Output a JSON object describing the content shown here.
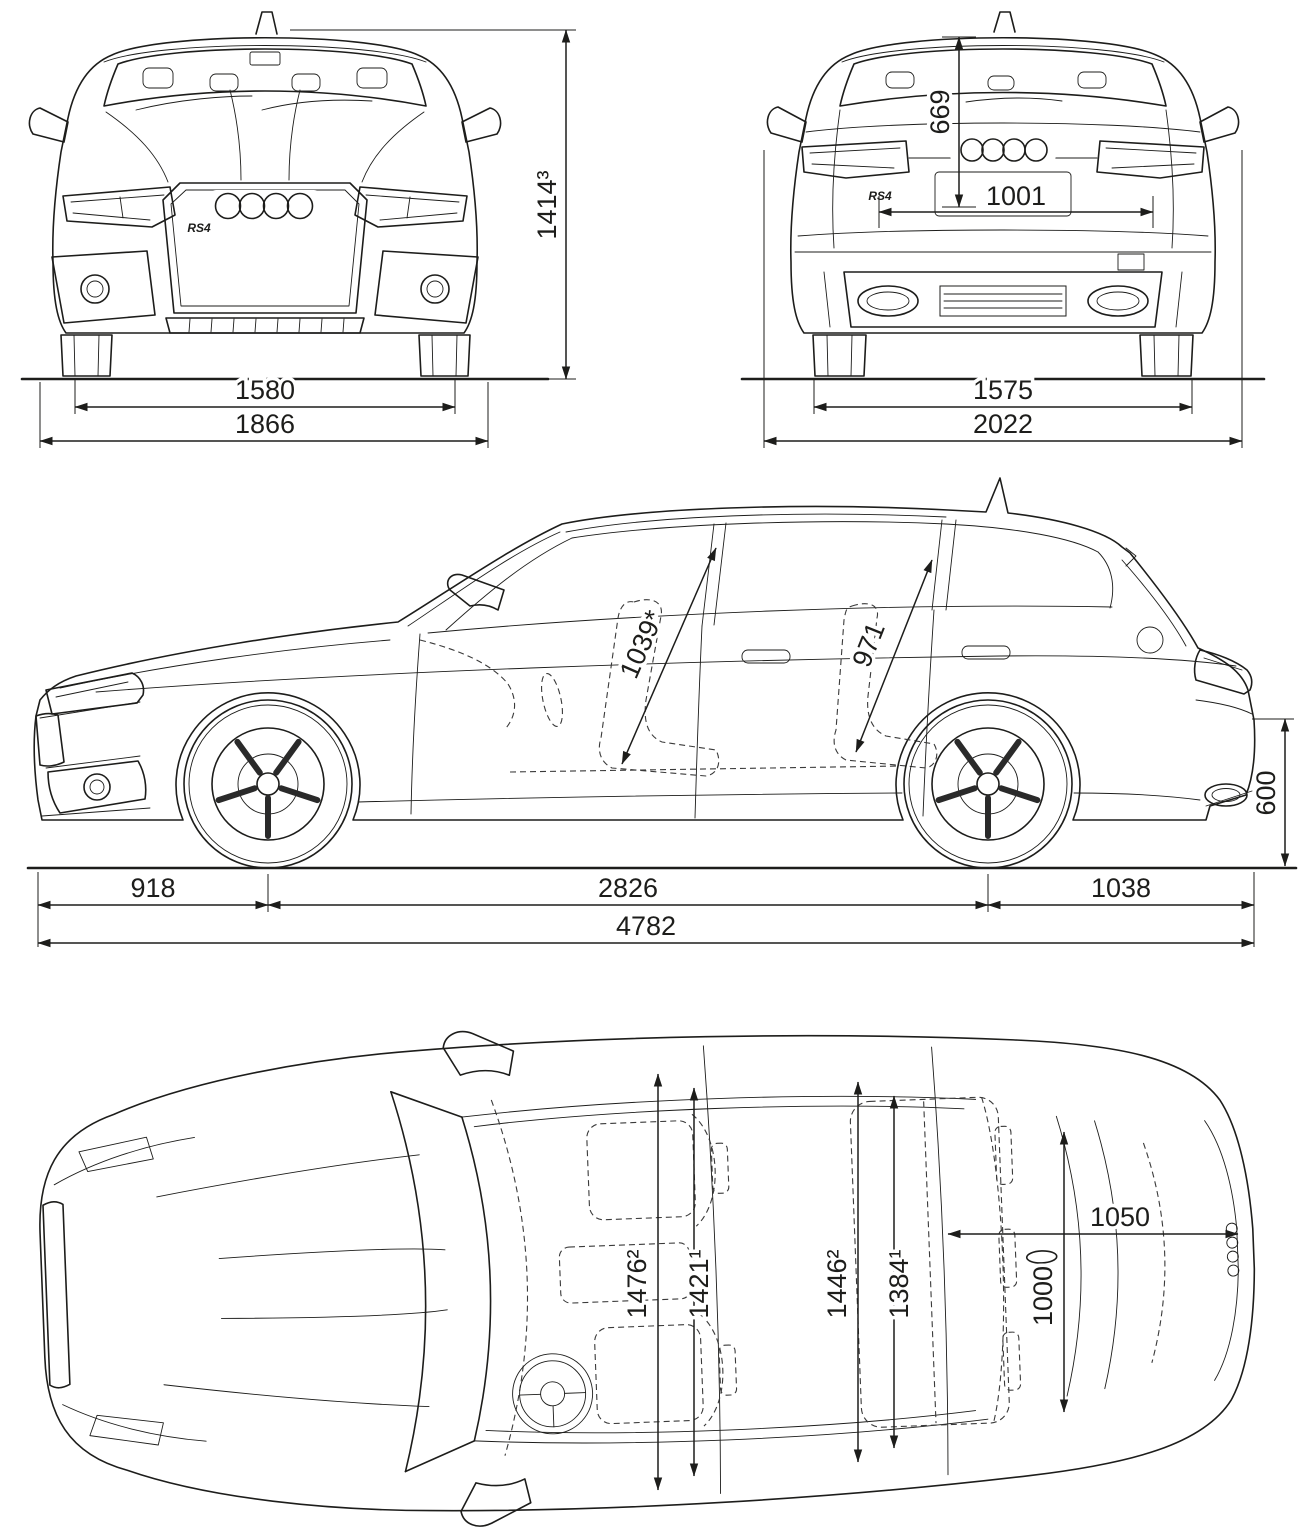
{
  "colors": {
    "line": "#1d1d1b",
    "background": "#ffffff",
    "dashed_interior": "#3a3a3a"
  },
  "badges": {
    "model": "RS4"
  },
  "dimensions": {
    "front_height": {
      "label": "1414³"
    },
    "front_track": {
      "label": "1580"
    },
    "front_overall_width": {
      "label": "1866"
    },
    "rear_opening_height": {
      "label": "669"
    },
    "rear_opening_width": {
      "label": "1001"
    },
    "rear_track": {
      "label": "1575"
    },
    "rear_overall_width": {
      "label": "2022"
    },
    "front_door_opening": {
      "label": "1039*"
    },
    "rear_door_opening": {
      "label": "971"
    },
    "rear_sill_height": {
      "label": "600"
    },
    "front_overhang": {
      "label": "918"
    },
    "wheelbase": {
      "label": "2826"
    },
    "rear_overhang": {
      "label": "1038"
    },
    "overall_length": {
      "label": "4782"
    },
    "front_interior_width_a": {
      "label": "1476²"
    },
    "front_interior_width_b": {
      "label": "1421¹"
    },
    "rear_interior_width_a": {
      "label": "1446²"
    },
    "rear_interior_width_b": {
      "label": "1384¹"
    },
    "boot_inner_width": {
      "label": "1000"
    },
    "boot_width_arches": {
      "label": "1050"
    }
  }
}
